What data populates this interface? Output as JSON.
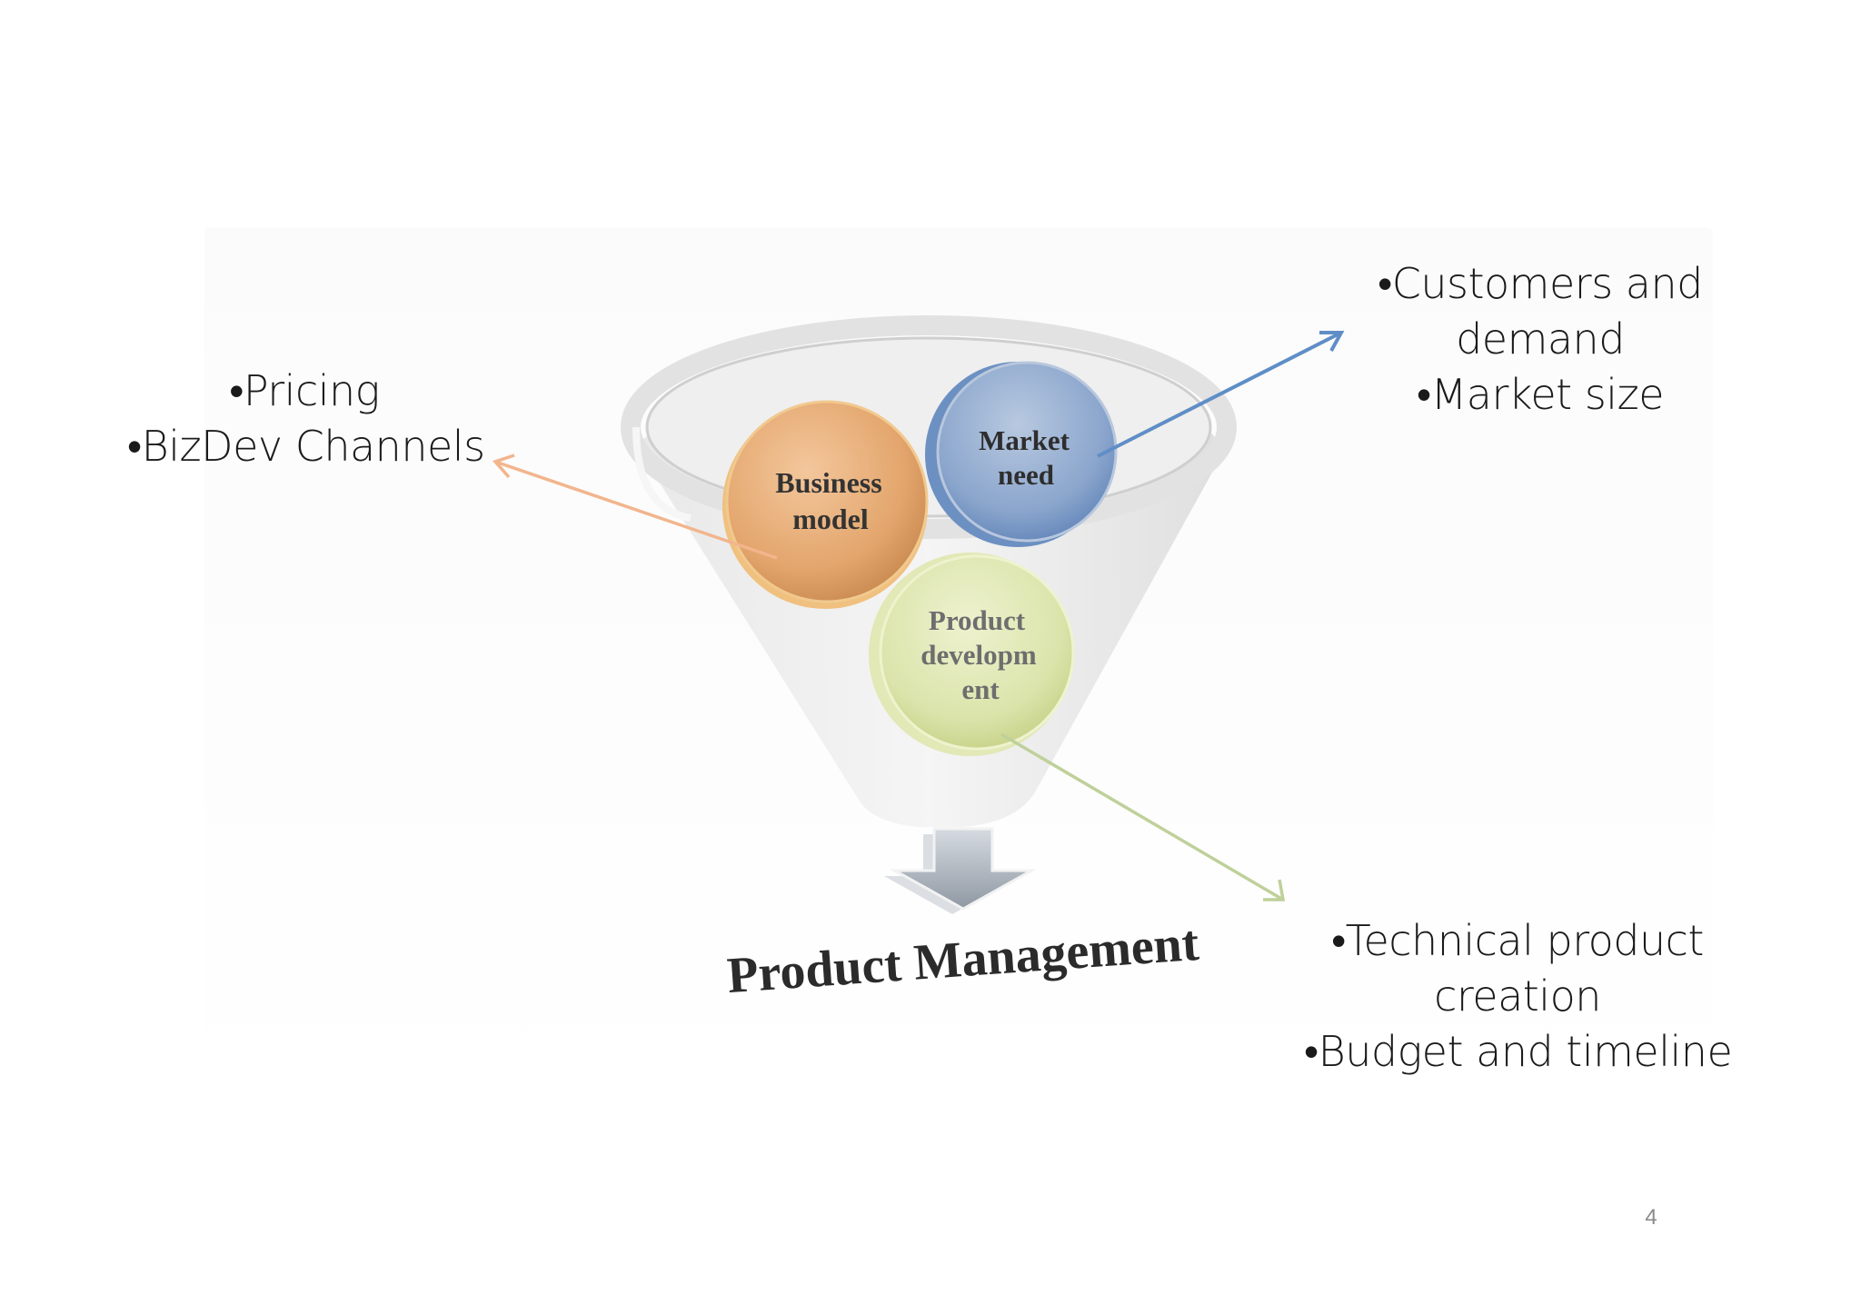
{
  "diagram": {
    "circles": [
      {
        "id": "business",
        "label_lines": [
          "Business",
          "model"
        ],
        "color": "#e8a86a"
      },
      {
        "id": "market",
        "label_lines": [
          "Market",
          "need"
        ],
        "color": "#7f9cc8"
      },
      {
        "id": "product",
        "label_lines": [
          "Product",
          "developm",
          "ent"
        ],
        "color": "#d9e2a4"
      }
    ],
    "caption": "Product Management",
    "arrow_colors": {
      "left": "#f2b58d",
      "top_right": "#5f8ec7",
      "bottom_right": "#bfd09a"
    }
  },
  "notes": {
    "left": [
      "•Pricing",
      "•BizDev Channels"
    ],
    "right_top": [
      "•Customers and",
      "demand",
      "•Market size"
    ],
    "right_bottom": [
      "•Technical product",
      "creation",
      "•Budget and timeline"
    ]
  },
  "page_number": "4"
}
